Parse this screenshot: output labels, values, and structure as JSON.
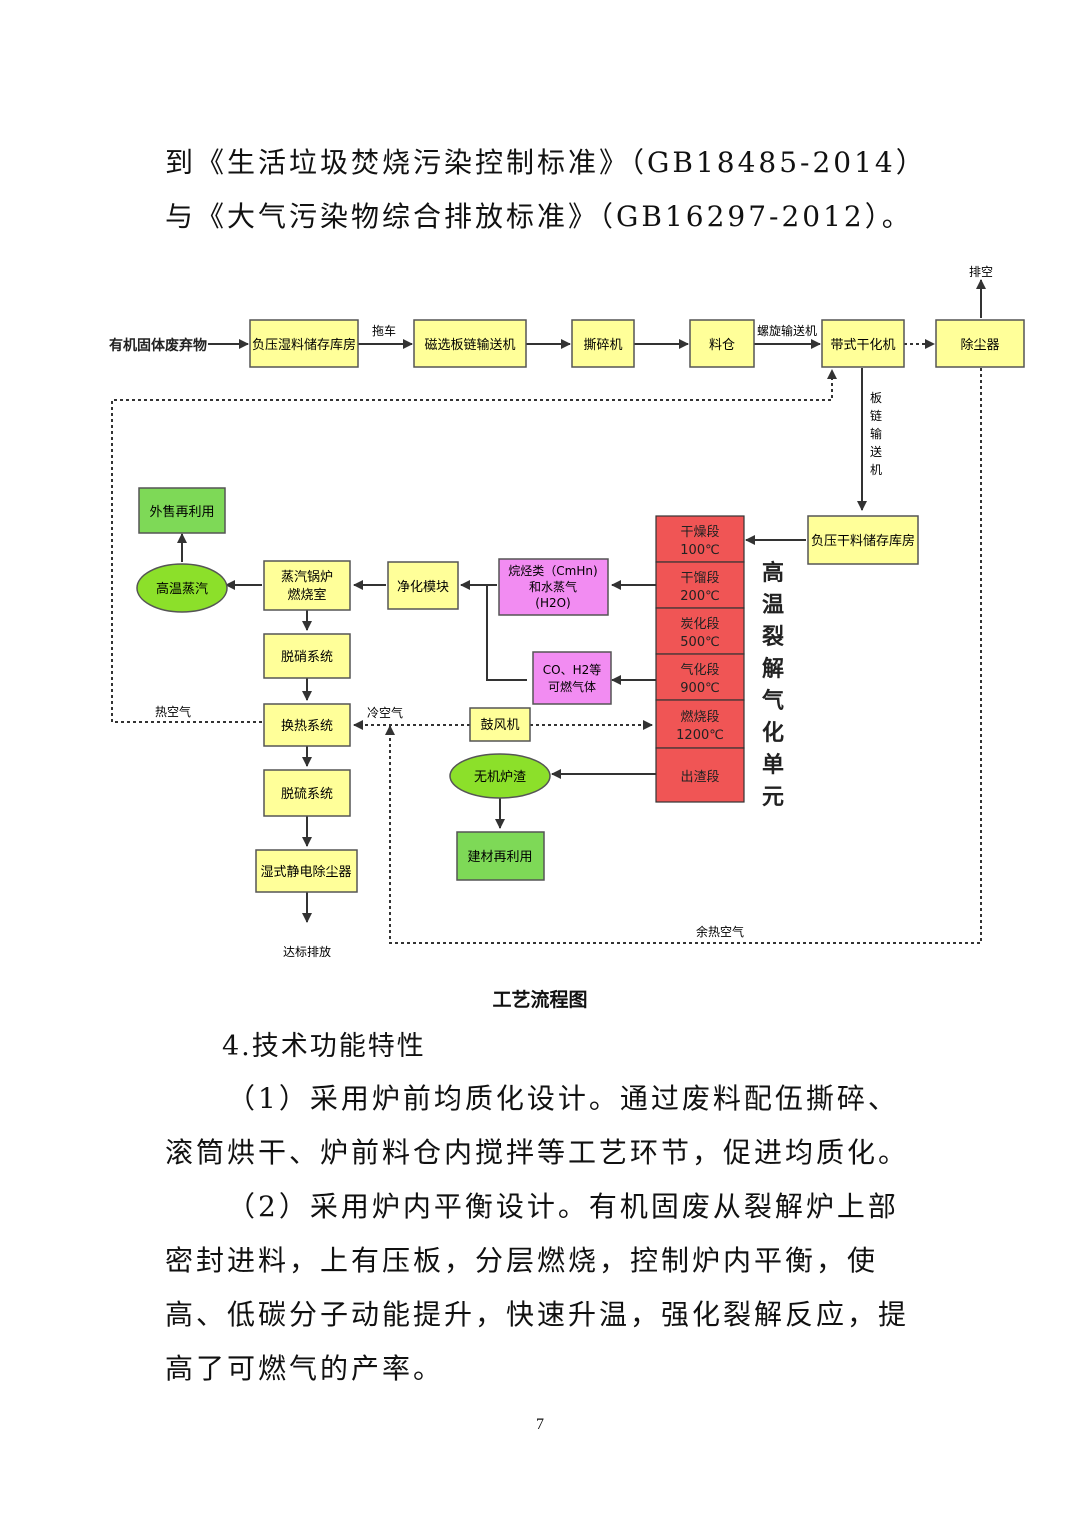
{
  "text": {
    "p_top": "到《生活垃圾焚烧污染控制标准》（GB18485-2014）与《大气污染物综合排放标准》（GB16297-2012）。",
    "caption": "工艺流程图",
    "heading": "4.技术功能特性",
    "p1": "（1）采用炉前均质化设计。通过废料配伍撕碎、滚筒烘干、炉前料仓内搅拌等工艺环节，促进均质化。",
    "p2": "（2）采用炉内平衡设计。有机固废从裂解炉上部密封进料，上有压板，分层燃烧，控制炉内平衡，使高、低碳分子动能提升，快速升温，强化裂解反应，提高了可燃气的产率。",
    "page_number": "7"
  },
  "diagram": {
    "input_label": "有机固体废弃物",
    "boxes": {
      "wet_storage": "负压湿料储存库房",
      "magnetic_conveyor": "磁选板链输送机",
      "shredder": "撕碎机",
      "silo": "料仓",
      "belt_dryer": "带式干化机",
      "dust_collector": "除尘器",
      "dry_storage": "负压干料储存库房",
      "resale": "外售再利用",
      "boiler_line1": "蒸汽锅炉",
      "boiler_line2": "燃烧室",
      "purification": "净化模块",
      "denitration": "脱硝系统",
      "heat_exchange": "换热系统",
      "desulfurization": "脱硫系统",
      "wet_esp": "湿式静电除尘器",
      "blower": "鼓风机",
      "building_reuse": "建材再利用"
    },
    "ellipses": {
      "hot_steam": "高温蒸汽",
      "slag": "无机炉渣"
    },
    "pink_boxes": {
      "hydrocarbons": [
        "烷烃类（CmHn)",
        "和水蒸气",
        "(H2O)"
      ],
      "combustible_gas": [
        "CO、H2等",
        "可燃气体"
      ]
    },
    "stages": [
      [
        "干燥段",
        "100℃"
      ],
      [
        "干馏段",
        "200℃"
      ],
      [
        "炭化段",
        "500℃"
      ],
      [
        "气化段",
        "900℃"
      ],
      [
        "燃烧段",
        "1200℃"
      ],
      [
        "出渣段"
      ]
    ],
    "unit_label": [
      "高",
      "温",
      "裂",
      "解",
      "气",
      "化",
      "单",
      "元"
    ],
    "edge_labels": {
      "drag_cart": "拖车",
      "screw_conveyor": "螺旋输送机",
      "exhaust": "排空",
      "plate_chain": [
        "板",
        "链",
        "输",
        "送",
        "机"
      ],
      "hot_air": "热空气",
      "cold_air": "冷空气",
      "waste_heat_air": "余热空气",
      "discharge": "达标排放"
    },
    "colors": {
      "yellow_box": "#ffff99",
      "green_box": "#7ed957",
      "green_ellipse": "#8ce02a",
      "pink_box": "#f28cf2",
      "red_stage": "#f05555",
      "arrow": "#333333"
    }
  }
}
